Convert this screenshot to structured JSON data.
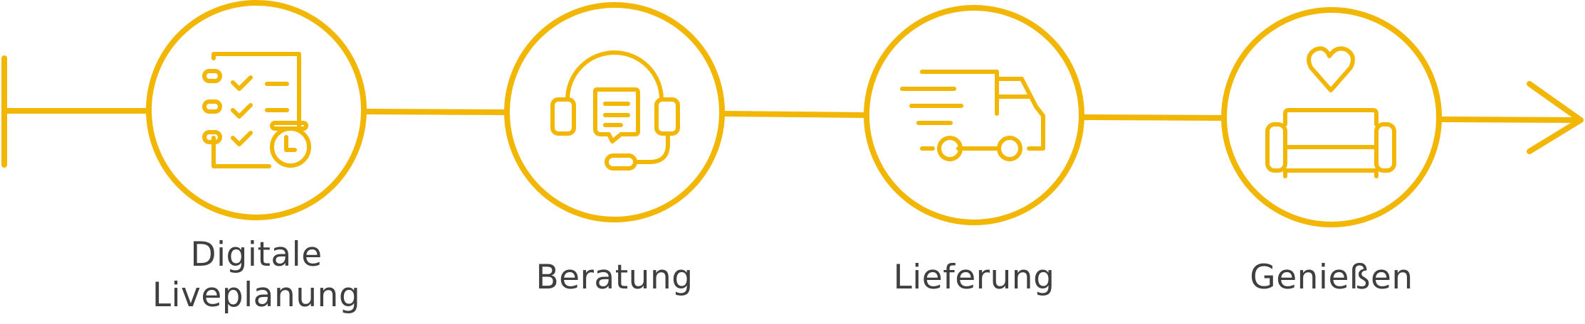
{
  "colors": {
    "accent": "#f2b705",
    "text": "#3f3f3f",
    "background": "#ffffff"
  },
  "steps": [
    {
      "icon": "checklist-icon",
      "label_lines": [
        "Digitale",
        "Liveplanung"
      ]
    },
    {
      "icon": "headset-chat-icon",
      "label_lines": [
        "Beratung"
      ]
    },
    {
      "icon": "delivery-truck-icon",
      "label_lines": [
        "Lieferung"
      ]
    },
    {
      "icon": "sofa-heart-icon",
      "label_lines": [
        "Genießen"
      ]
    }
  ]
}
